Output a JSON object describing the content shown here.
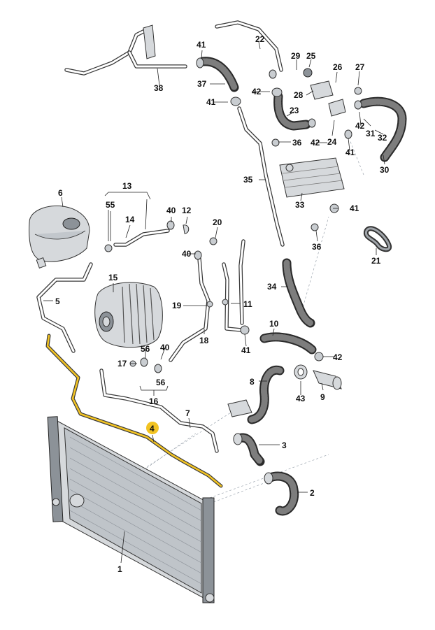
{
  "labels": [
    {
      "text": "1"
    },
    {
      "text": "2"
    },
    {
      "text": "3"
    },
    {
      "text": "4"
    },
    {
      "text": "5"
    },
    {
      "text": "6"
    },
    {
      "text": "7"
    },
    {
      "text": "8"
    },
    {
      "text": "9"
    },
    {
      "text": "10"
    },
    {
      "text": "11"
    },
    {
      "text": "12"
    },
    {
      "text": "13"
    },
    {
      "text": "14"
    },
    {
      "text": "15"
    },
    {
      "text": "16"
    },
    {
      "text": "17"
    },
    {
      "text": "18"
    },
    {
      "text": "19"
    },
    {
      "text": "20"
    },
    {
      "text": "21"
    },
    {
      "text": "22"
    },
    {
      "text": "23"
    },
    {
      "text": "24"
    },
    {
      "text": "25"
    },
    {
      "text": "26"
    },
    {
      "text": "27"
    },
    {
      "text": "28"
    },
    {
      "text": "29"
    },
    {
      "text": "30"
    },
    {
      "text": "31"
    },
    {
      "text": "32"
    },
    {
      "text": "33"
    },
    {
      "text": "34"
    },
    {
      "text": "35"
    },
    {
      "text": "36"
    },
    {
      "text": "36"
    },
    {
      "text": "37"
    },
    {
      "text": "38"
    },
    {
      "text": "40"
    },
    {
      "text": "40"
    },
    {
      "text": "40"
    },
    {
      "text": "41"
    },
    {
      "text": "41"
    },
    {
      "text": "41"
    },
    {
      "text": "41"
    },
    {
      "text": "41"
    },
    {
      "text": "42"
    },
    {
      "text": "42"
    },
    {
      "text": "42"
    },
    {
      "text": "42"
    },
    {
      "text": "43"
    },
    {
      "text": "55"
    },
    {
      "text": "56"
    },
    {
      "text": "56"
    }
  ],
  "highlight": {
    "part": "4",
    "color": "#f2c322"
  },
  "colors": {
    "line": "#222222",
    "hose": "#2a2a2a",
    "metal": "#d6d9dc",
    "dashed": "#9aa3ad"
  }
}
